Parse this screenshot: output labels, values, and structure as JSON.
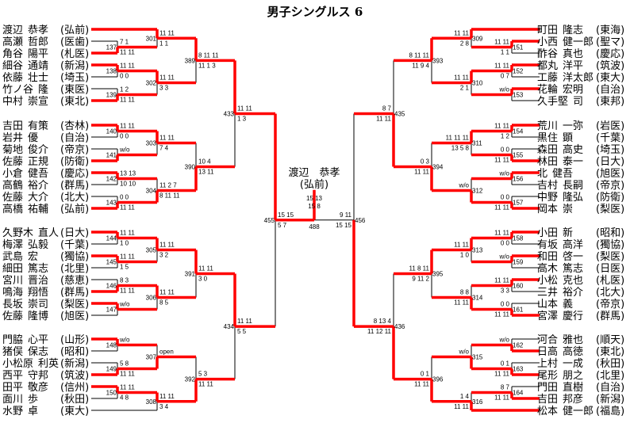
{
  "title": "男子シングルス 6",
  "colors": {
    "winner_line": "#ff0000",
    "line": "#000000"
  },
  "left": {
    "groups": [
      7,
      8,
      8,
      7
    ],
    "players": [
      {
        "family": "渡辺",
        "given": "恭孝",
        "school": "(弘前)"
      },
      {
        "family": "高瀬",
        "given": "哲郎",
        "school": "(医歯)"
      },
      {
        "family": "角谷",
        "given": "陽平",
        "school": "(札医)"
      },
      {
        "family": "細谷",
        "given": "通靖",
        "school": "(新潟)"
      },
      {
        "family": "依藤",
        "given": "壮士",
        "school": "(埼玉)"
      },
      {
        "family": "竹ノ谷",
        "given": "隆",
        "school": "(東医)"
      },
      {
        "family": "中村",
        "given": "崇宣",
        "school": "(東北)"
      },
      {
        "family": "吉田",
        "given": "有策",
        "school": "(杏林)"
      },
      {
        "family": "岩井",
        "given": "優",
        "school": "(自治)"
      },
      {
        "family": "菊地",
        "given": "俊介",
        "school": "(帝京)"
      },
      {
        "family": "佐藤",
        "given": "正規",
        "school": "(防衛)"
      },
      {
        "family": "小倉",
        "given": "健吾",
        "school": "(慶応)"
      },
      {
        "family": "高鶴",
        "given": "裕介",
        "school": "(群馬)"
      },
      {
        "family": "佐藤",
        "given": "大介",
        "school": "(北大)"
      },
      {
        "family": "高橋",
        "given": "祐輔",
        "school": "(弘前)"
      },
      {
        "family": "久野木",
        "given": "直人",
        "school": "(日大)"
      },
      {
        "family": "梅澤",
        "given": "弘毅",
        "school": "(千葉)"
      },
      {
        "family": "武島",
        "given": "宏",
        "school": "(獨協)"
      },
      {
        "family": "細田",
        "given": "篤志",
        "school": "(北里)"
      },
      {
        "family": "宮川",
        "given": "晋治",
        "school": "(慈恵)"
      },
      {
        "family": "鳴海",
        "given": "翔悟",
        "school": "(群馬)"
      },
      {
        "family": "長坂",
        "given": "崇司",
        "school": "(梨医)"
      },
      {
        "family": "佐藤",
        "given": "隆博",
        "school": "(旭医)"
      },
      {
        "family": "門脇",
        "given": "心平",
        "school": "(山形)"
      },
      {
        "family": "猪俣",
        "given": "保志",
        "school": "(昭和)"
      },
      {
        "family": "小松原",
        "given": "利英",
        "school": "(新潟)"
      },
      {
        "family": "西平",
        "given": "守邦",
        "school": "(筑波)"
      },
      {
        "family": "田平",
        "given": "敬彦",
        "school": "(信州)"
      },
      {
        "family": "面川",
        "given": "歩",
        "school": "(秋田)"
      },
      {
        "family": "水野",
        "given": "卓",
        "school": "(東大)"
      }
    ],
    "matches": [
      {
        "no": "137",
        "a": "p1",
        "b": "p2",
        "w": "b",
        "top": "7 1",
        "bot": "11 11"
      },
      {
        "no": "138",
        "a": "p3",
        "b": "p4",
        "w": "a",
        "top": "11 11",
        "bot": "0 0"
      },
      {
        "no": "139",
        "a": "p5",
        "b": "p6",
        "w": "b",
        "top": "1 2",
        "bot": "11 11"
      },
      {
        "no": "301",
        "a": "p0",
        "b": "m137",
        "w": "a",
        "top": "11 11",
        "bot": "1 1"
      },
      {
        "no": "302",
        "a": "m138",
        "b": "m139",
        "w": "a",
        "top": "11 11",
        "bot": "3 3"
      },
      {
        "no": "389",
        "a": "m301",
        "b": "m302",
        "w": "a",
        "top": "8 11 11",
        "bot": "11 1 3"
      },
      {
        "no": "140",
        "a": "p7",
        "b": "p8",
        "w": "a",
        "top": "11 11",
        "bot": "0 0"
      },
      {
        "no": "141",
        "a": "p9",
        "b": "p10",
        "w": "b",
        "top": "w/o",
        "bot": ""
      },
      {
        "no": "142",
        "a": "p11",
        "b": "p12",
        "w": "a",
        "top": "13 13",
        "bot": "10 10"
      },
      {
        "no": "143",
        "a": "p13",
        "b": "p14",
        "w": "b",
        "top": "0 0",
        "bot": "11 11"
      },
      {
        "no": "303",
        "a": "m140",
        "b": "m141",
        "w": "a",
        "top": "11 11",
        "bot": "7 4"
      },
      {
        "no": "304",
        "a": "m142",
        "b": "m143",
        "w": "b",
        "top": "11 2 7",
        "bot": "8 11 11"
      },
      {
        "no": "390",
        "a": "m303",
        "b": "m304",
        "w": "b",
        "top": "10 4",
        "bot": "13 11"
      },
      {
        "no": "433",
        "a": "m389",
        "b": "m390",
        "w": "a",
        "top": "11 11",
        "bot": "1 3"
      },
      {
        "no": "144",
        "a": "p15",
        "b": "p16",
        "w": "a",
        "top": "11 11",
        "bot": "1 0"
      },
      {
        "no": "145",
        "a": "p17",
        "b": "p18",
        "w": "a",
        "top": "11 11",
        "bot": "1 5"
      },
      {
        "no": "146",
        "a": "p19",
        "b": "p20",
        "w": "b",
        "top": "8 3",
        "bot": "11 11"
      },
      {
        "no": "147",
        "a": "p21",
        "b": "p22",
        "w": "a",
        "top": "w/o",
        "bot": ""
      },
      {
        "no": "305",
        "a": "m144",
        "b": "m145",
        "w": "a",
        "top": "11 11",
        "bot": "3 2"
      },
      {
        "no": "306",
        "a": "m146",
        "b": "m147",
        "w": "a",
        "top": "11 11",
        "bot": "8 5"
      },
      {
        "no": "391",
        "a": "m305",
        "b": "m306",
        "w": "a",
        "top": "11 11",
        "bot": "3 0"
      },
      {
        "no": "148",
        "a": "p23",
        "b": "p24",
        "w": "a",
        "top": "w/o",
        "bot": ""
      },
      {
        "no": "149",
        "a": "p25",
        "b": "p26",
        "w": "b",
        "top": "5 8",
        "bot": "11 11"
      },
      {
        "no": "150",
        "a": "p27",
        "b": "p28",
        "w": "a",
        "top": "11 11",
        "bot": "4 8"
      },
      {
        "no": "307",
        "a": "m148",
        "b": "m149",
        "w": "b",
        "top": "open",
        "bot": ""
      },
      {
        "no": "308",
        "a": "m150",
        "b": "p29",
        "w": "a",
        "top": "11 11",
        "bot": "3 4"
      },
      {
        "no": "392",
        "a": "m307",
        "b": "m308",
        "w": "b",
        "top": "5 3",
        "bot": "11 11"
      },
      {
        "no": "434",
        "a": "m391",
        "b": "m392",
        "w": "a",
        "top": "11 11",
        "bot": "5 5"
      },
      {
        "no": "455",
        "a": "m433",
        "b": "m434",
        "w": "a",
        "top": "15 15",
        "bot": "5 7"
      }
    ],
    "semi": "455"
  },
  "right": {
    "groups": [
      7,
      8,
      8,
      7
    ],
    "players": [
      {
        "family": "町田",
        "given": "隆志",
        "school": "(東海)"
      },
      {
        "family": "小西",
        "given": "健一郎",
        "school": "(聖マ)"
      },
      {
        "family": "酢谷",
        "given": "真也",
        "school": "(慶応)"
      },
      {
        "family": "都丸",
        "given": "洋平",
        "school": "(筑波)"
      },
      {
        "family": "工藤",
        "given": "洋太郎",
        "school": "(東大)"
      },
      {
        "family": "花輪",
        "given": "宏明",
        "school": "(自治)"
      },
      {
        "family": "久手堅",
        "given": "司",
        "school": "(東邦)"
      },
      {
        "family": "荒川",
        "given": "一弥",
        "school": "(岩医)"
      },
      {
        "family": "黒住",
        "given": "顕",
        "school": "(千葉)"
      },
      {
        "family": "森田",
        "given": "高史",
        "school": "(埼玉)"
      },
      {
        "family": "林田",
        "given": "泰一",
        "school": "(日大)"
      },
      {
        "family": "北",
        "given": "健吾",
        "school": "(旭医)"
      },
      {
        "family": "吉村",
        "given": "長嗣",
        "school": "(帝京)"
      },
      {
        "family": "中野",
        "given": "隆弘",
        "school": "(防衛)"
      },
      {
        "family": "岡本",
        "given": "崇",
        "school": "(梨医)"
      },
      {
        "family": "小田",
        "given": "新",
        "school": "(昭和)"
      },
      {
        "family": "有坂",
        "given": "高洋",
        "school": "(獨協)"
      },
      {
        "family": "和田",
        "given": "啓一",
        "school": "(梨医)"
      },
      {
        "family": "高木",
        "given": "篤志",
        "school": "(日医)"
      },
      {
        "family": "小松",
        "given": "克也",
        "school": "(札医)"
      },
      {
        "family": "三井",
        "given": "裕介",
        "school": "(北大)"
      },
      {
        "family": "山本",
        "given": "義",
        "school": "(帝京)"
      },
      {
        "family": "宮澤",
        "given": "慶行",
        "school": "(群馬)"
      },
      {
        "family": "河合",
        "given": "雅也",
        "school": "(順天)"
      },
      {
        "family": "日高",
        "given": "高徳",
        "school": "(東北)"
      },
      {
        "family": "上村",
        "given": "一成",
        "school": "(秋田)"
      },
      {
        "family": "尾形",
        "given": "朋之",
        "school": "(北里)"
      },
      {
        "family": "門田",
        "given": "直樹",
        "school": "(自治)"
      },
      {
        "family": "吉田",
        "given": "邦彦",
        "school": "(新潟)"
      },
      {
        "family": "松本",
        "given": "健一郎",
        "school": "(福島)"
      }
    ],
    "matches": [
      {
        "no": "151",
        "a": "p1",
        "b": "p2",
        "w": "a",
        "top": "11 11",
        "bot": "1 1"
      },
      {
        "no": "152",
        "a": "p3",
        "b": "p4",
        "w": "a",
        "top": "11 11",
        "bot": "0 7"
      },
      {
        "no": "153",
        "a": "p5",
        "b": "p6",
        "w": "a",
        "top": "w/o",
        "bot": ""
      },
      {
        "no": "309",
        "a": "p0",
        "b": "m151",
        "w": "a",
        "top": "11 11",
        "bot": "2 8"
      },
      {
        "no": "310",
        "a": "m152",
        "b": "m153",
        "w": "a",
        "top": "11 11",
        "bot": "2 1"
      },
      {
        "no": "393",
        "a": "m309",
        "b": "m310",
        "w": "a",
        "top": "8 11 11",
        "bot": "11 9 4"
      },
      {
        "no": "154",
        "a": "p7",
        "b": "p8",
        "w": "a",
        "top": "11 11",
        "bot": "1 2"
      },
      {
        "no": "155",
        "a": "p9",
        "b": "p10",
        "w": "b",
        "top": "0 0",
        "bot": "11 11"
      },
      {
        "no": "156",
        "a": "p11",
        "b": "p12",
        "w": "a",
        "top": "w/o",
        "bot": ""
      },
      {
        "no": "157",
        "a": "p13",
        "b": "p14",
        "w": "b",
        "top": "0 0",
        "bot": "11 11"
      },
      {
        "no": "311",
        "a": "m154",
        "b": "m155",
        "w": "a",
        "top": "11 11 11",
        "bot": "13 5 8"
      },
      {
        "no": "312",
        "a": "m156",
        "b": "m157",
        "w": "b",
        "top": "w/o",
        "bot": ""
      },
      {
        "no": "394",
        "a": "m311",
        "b": "m312",
        "w": "b",
        "top": "0 3",
        "bot": "11 11"
      },
      {
        "no": "435",
        "a": "m393",
        "b": "m394",
        "w": "b",
        "top": "8 7",
        "bot": "11 11"
      },
      {
        "no": "158",
        "a": "p15",
        "b": "p16",
        "w": "a",
        "top": "11 11",
        "bot": "0 0"
      },
      {
        "no": "159",
        "a": "p17",
        "b": "p18",
        "w": "a",
        "top": "w/o",
        "bot": ""
      },
      {
        "no": "160",
        "a": "p19",
        "b": "p20",
        "w": "a",
        "top": "11 11",
        "bot": "3 3"
      },
      {
        "no": "161",
        "a": "p21",
        "b": "p22",
        "w": "b",
        "top": "0 0",
        "bot": "11 11"
      },
      {
        "no": "313",
        "a": "m158",
        "b": "m159",
        "w": "a",
        "top": "11 11",
        "bot": "1 0"
      },
      {
        "no": "314",
        "a": "m160",
        "b": "m161",
        "w": "b",
        "top": "8 8",
        "bot": "11 11"
      },
      {
        "no": "395",
        "a": "m313",
        "b": "m314",
        "w": "a",
        "top": "11 8 11",
        "bot": "9 11 2"
      },
      {
        "no": "162",
        "a": "p23",
        "b": "p24",
        "w": "b",
        "top": "w/o",
        "bot": ""
      },
      {
        "no": "163",
        "a": "p25",
        "b": "p26",
        "w": "b",
        "top": "0 1",
        "bot": "11 11"
      },
      {
        "no": "164",
        "a": "p27",
        "b": "p28",
        "w": "b",
        "top": "8 7",
        "bot": "11 11"
      },
      {
        "no": "315",
        "a": "m162",
        "b": "m163",
        "w": "b",
        "top": "w/o",
        "bot": ""
      },
      {
        "no": "316",
        "a": "m164",
        "b": "p29",
        "w": "b",
        "top": "1 4",
        "bot": "11 11"
      },
      {
        "no": "396",
        "a": "m315",
        "b": "m316",
        "w": "b",
        "top": "0 1",
        "bot": "11 11"
      },
      {
        "no": "436",
        "a": "m395",
        "b": "m396",
        "w": "b",
        "top": "8 13 4",
        "bot": "11 12 11"
      },
      {
        "no": "456",
        "a": "m435",
        "b": "m436",
        "w": "b",
        "top": "9 11",
        "bot": "15 15"
      }
    ],
    "semi": "456"
  },
  "final": {
    "no": "488",
    "score_top": "15 13",
    "score_bottom": "15 8",
    "champion": {
      "name": "渡辺　恭孝",
      "school": "(弘前)"
    }
  }
}
